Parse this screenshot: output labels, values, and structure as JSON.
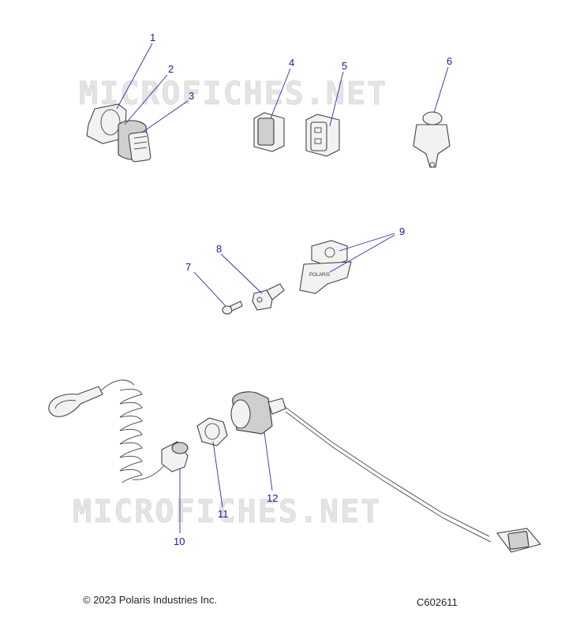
{
  "watermark": "MICROFICHES.NET",
  "footer": {
    "copyright": "© 2023 Polaris Industries Inc.",
    "figure_id": "C602611"
  },
  "parts": [
    {
      "callout": "1"
    },
    {
      "callout": "2"
    },
    {
      "callout": "3"
    },
    {
      "callout": "4"
    },
    {
      "callout": "5"
    },
    {
      "callout": "6"
    },
    {
      "callout": "7"
    },
    {
      "callout": "8"
    },
    {
      "callout": "9"
    },
    {
      "callout": "10"
    },
    {
      "callout": "11"
    },
    {
      "callout": "12"
    }
  ],
  "part_label_text": "POLARIS",
  "colors": {
    "callout": "#1a1aa8",
    "leader": "#2a2ab0",
    "watermark": "#e4e4e4"
  }
}
